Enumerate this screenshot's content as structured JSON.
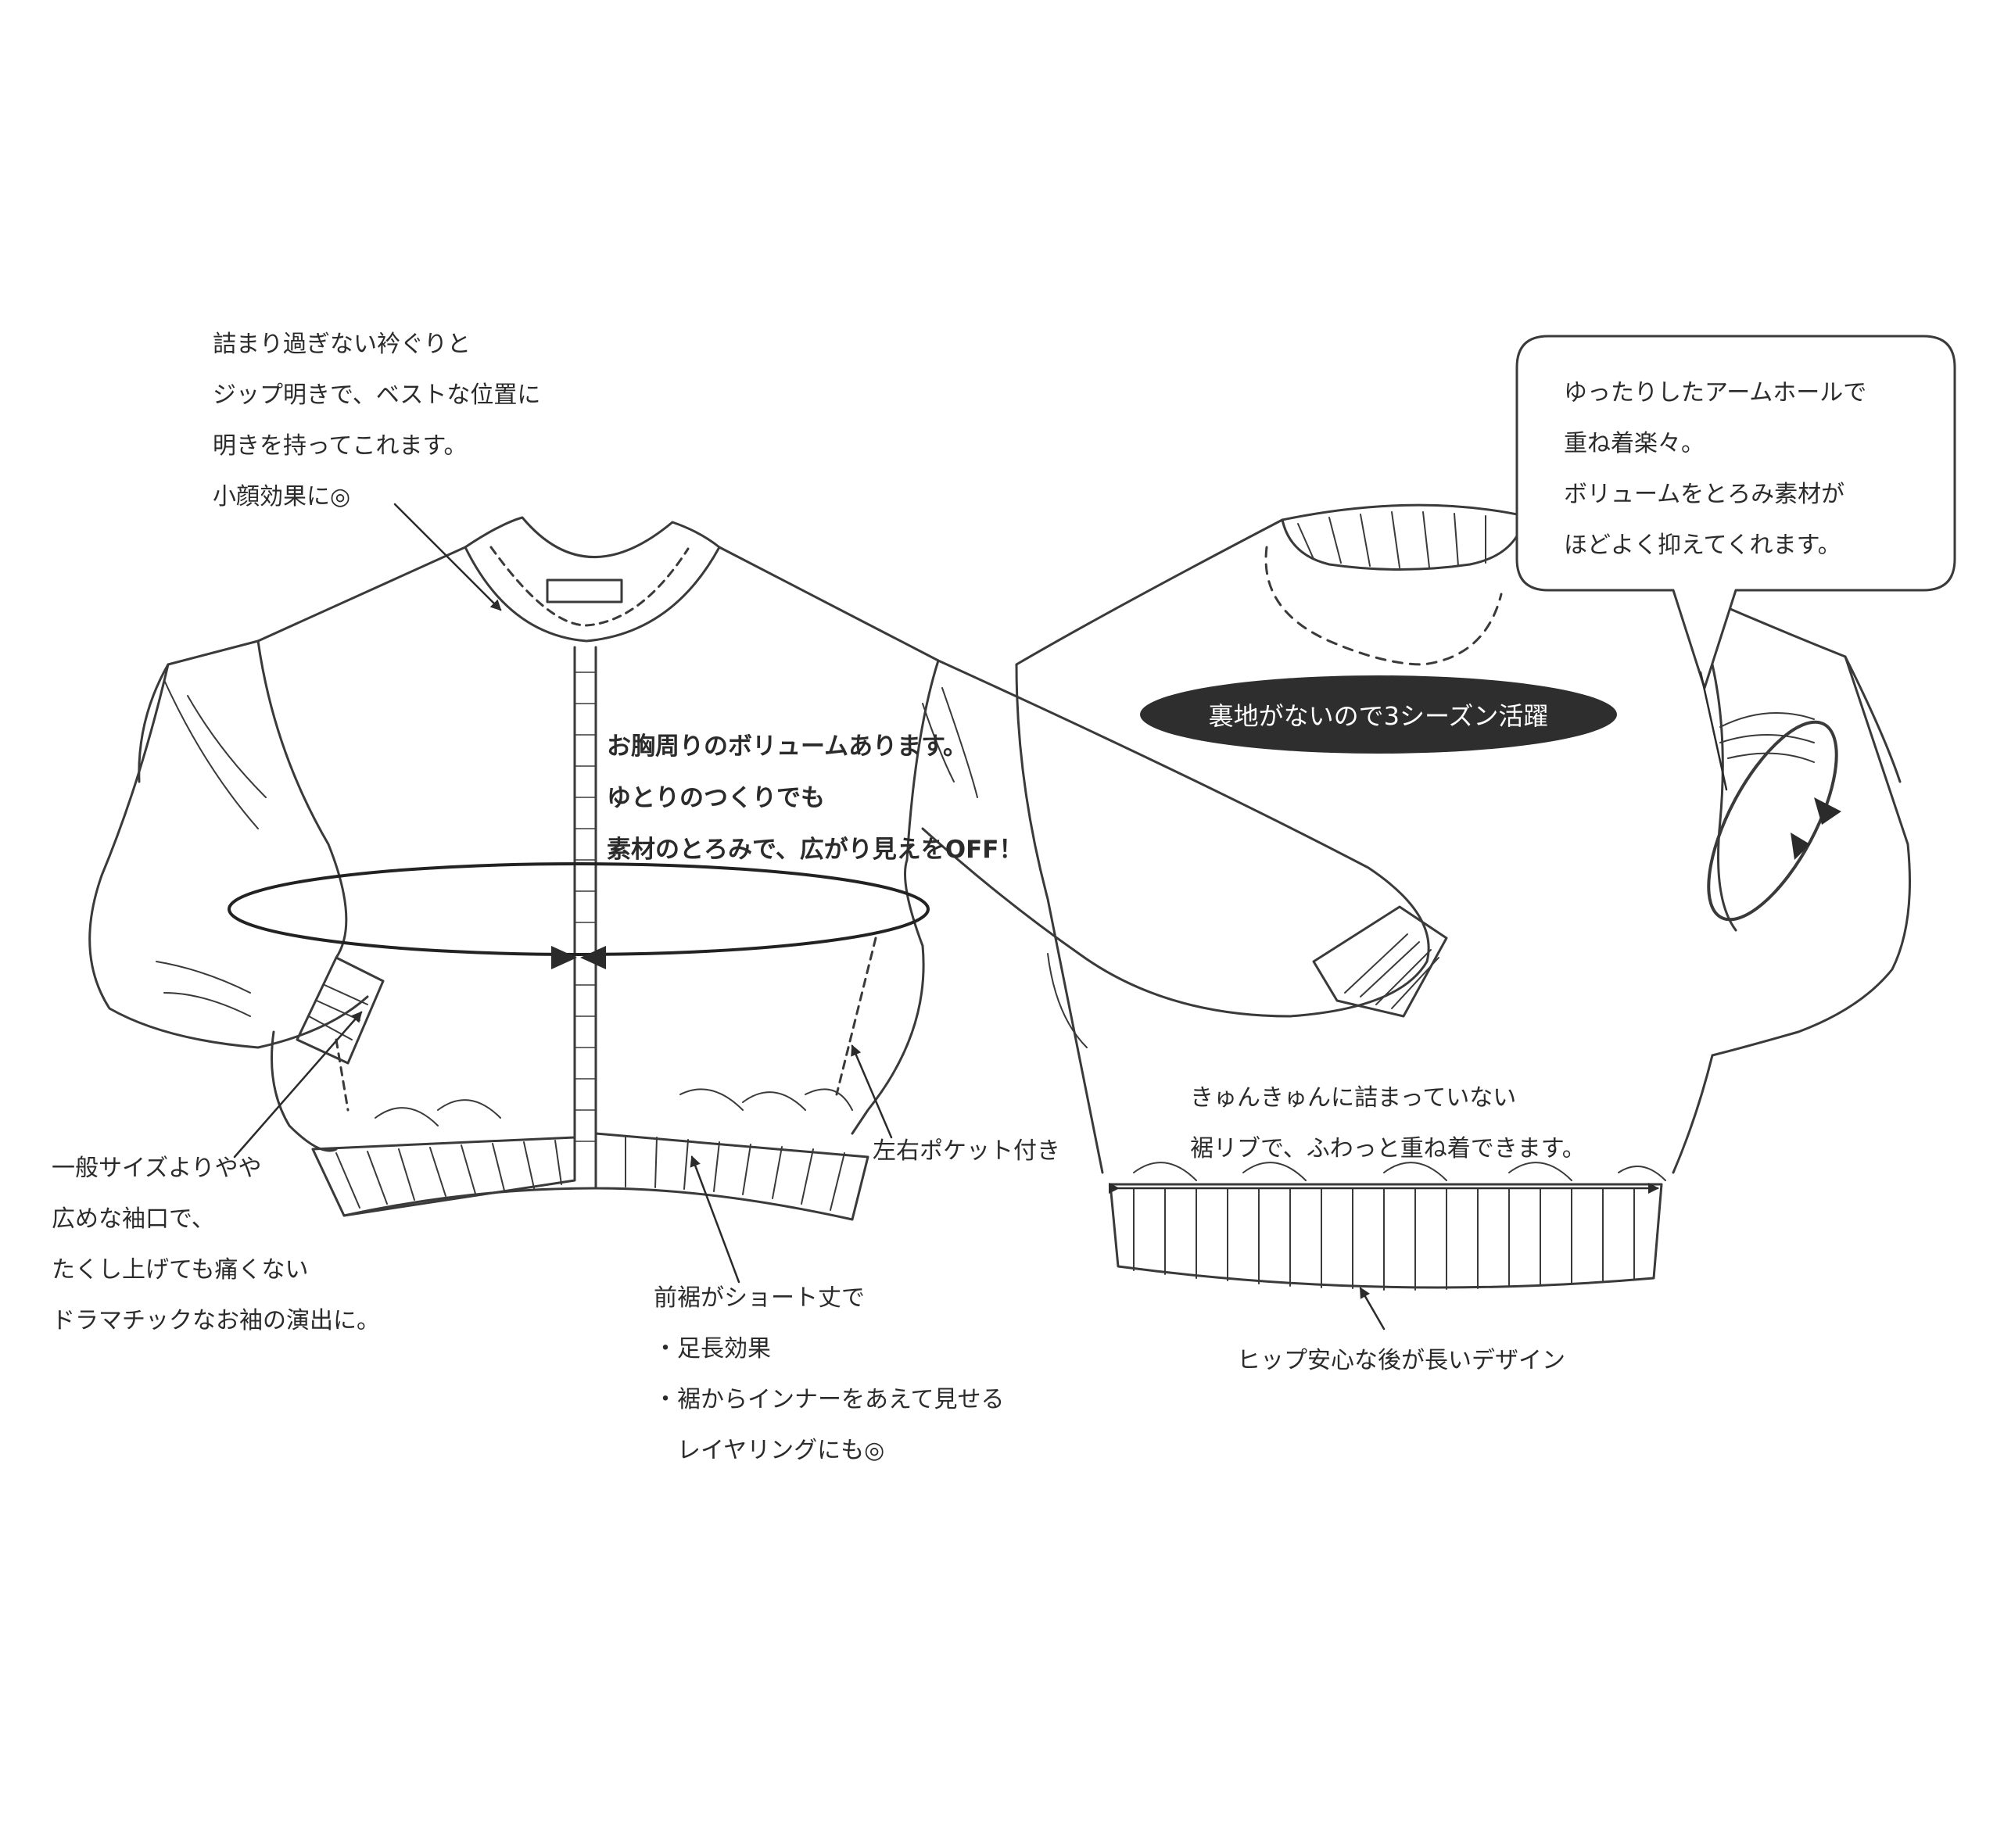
{
  "notes": {
    "collar": [
      "詰まり過ぎない衿ぐりと",
      "ジップ明きで、ベストな位置に",
      "明きを持ってこれます。",
      "小顔効果に◎"
    ],
    "armhole": [
      "ゆったりしたアームホールで",
      "重ね着楽々。",
      "ボリュームをとろみ素材が",
      "ほどよく抑えてくれます。"
    ],
    "chest": [
      "お胸周りのボリュームあります。",
      "ゆとりのつくりでも",
      "素材のとろみで、広がり見えをOFF！"
    ],
    "sleeve": [
      "一般サイズよりやや",
      "広めな袖口で、",
      "たくし上げても痛くない",
      "ドラマチックなお袖の演出に。"
    ],
    "pocket": [
      "左右ポケット付き"
    ],
    "front_hem": [
      "前裾がショート丈で",
      "・足長効果",
      "・裾からインナーをあえて見せる",
      "　レイヤリングにも◎"
    ],
    "back_rib": [
      "きゅんきゅんに詰まっていない",
      "裾リブで、ふわっと重ね着できます。"
    ],
    "back_hem": [
      "ヒップ安心な後が長いデザイン"
    ]
  },
  "badge": {
    "text": "裏地がないので3シーズン活躍"
  },
  "colors": {
    "ink": "#2b2b2b",
    "paper": "#ffffff",
    "badge_fill": "#2e2e2e"
  }
}
